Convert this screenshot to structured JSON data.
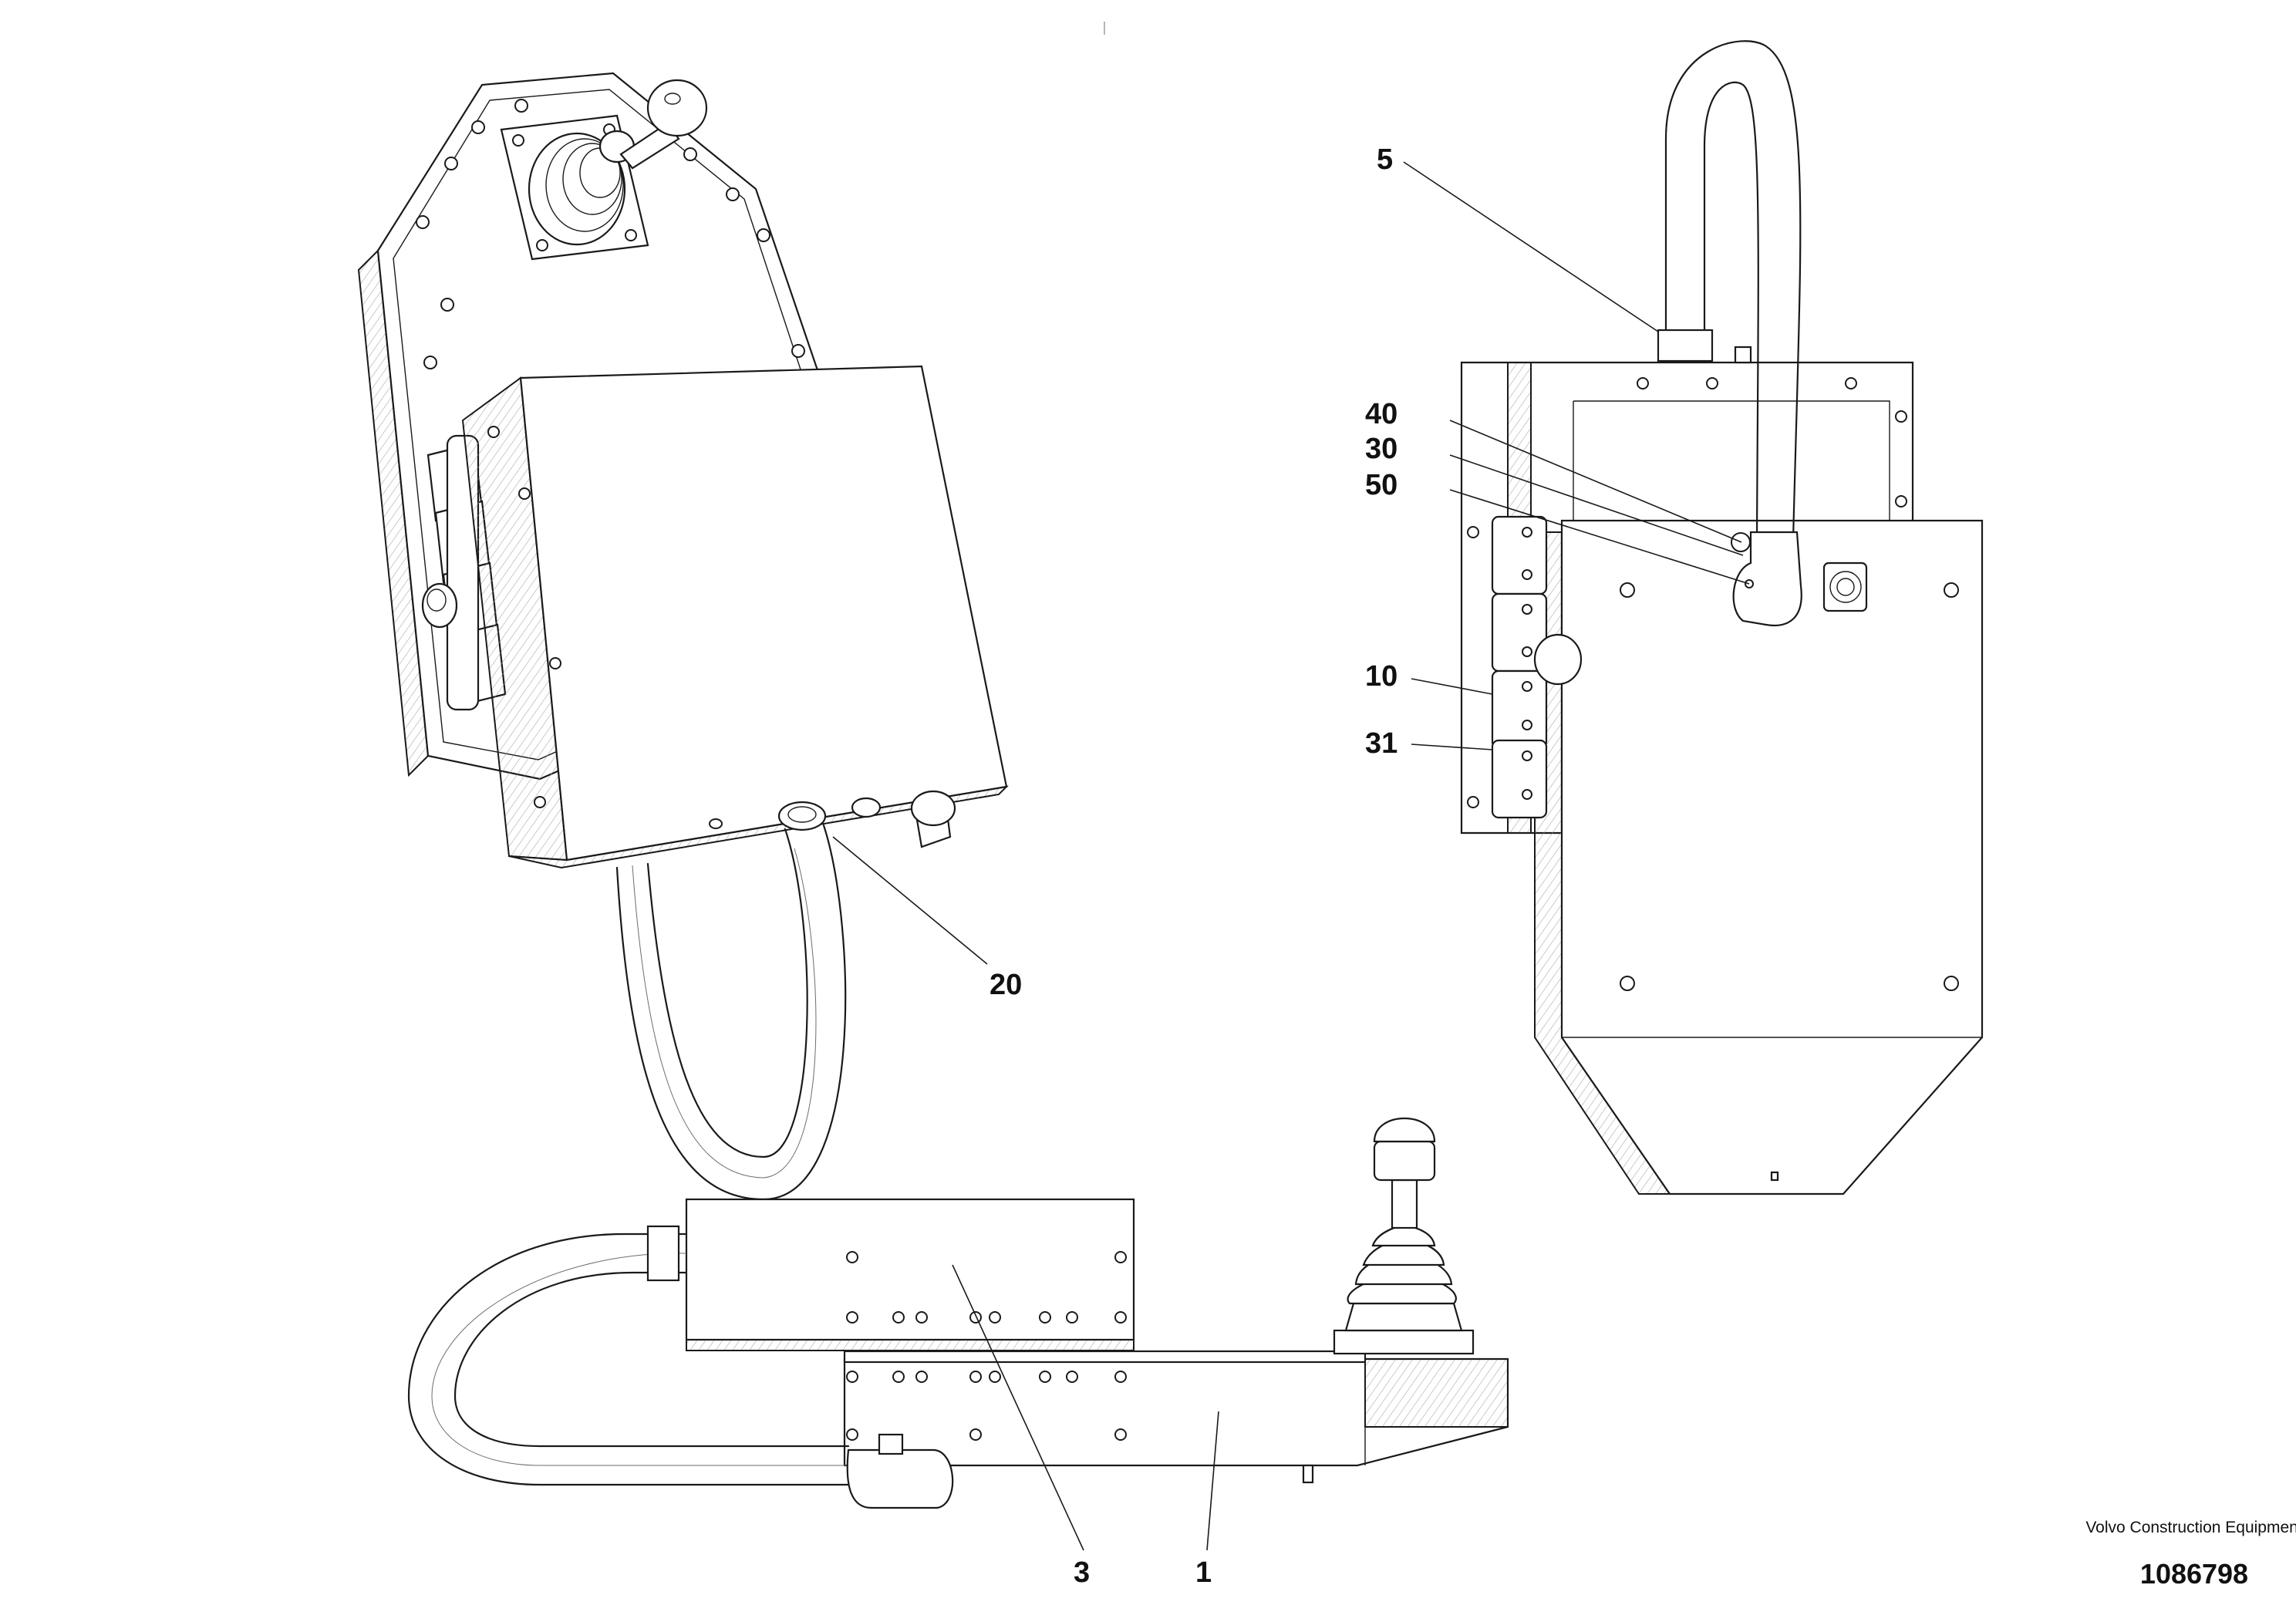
{
  "callouts": {
    "c5": "5",
    "c40": "40",
    "c30": "30",
    "c50": "50",
    "c10": "10",
    "c31": "31",
    "c20": "20",
    "c3": "3",
    "c1": "1"
  },
  "footer": {
    "brand": "Volvo Construction Equipment",
    "doc_number": "1086798"
  }
}
